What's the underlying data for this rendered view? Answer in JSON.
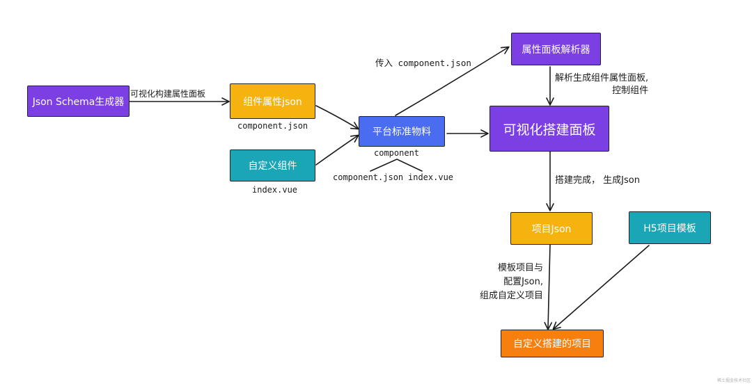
{
  "colors": {
    "purple": "#7b3fe4",
    "blue": "#4a6cf0",
    "yellow": "#f6b30f",
    "teal": "#1aa6b7",
    "orange": "#f77f0e",
    "arrow": "#1a1a1a"
  },
  "nodes": {
    "json_schema": "Json Schema生成器",
    "comp_attr_json": "组件属性json",
    "custom_comp": "自定义组件",
    "platform_material": "平台标准物料",
    "attr_parser": "属性面板解析器",
    "visual_panel": "可视化搭建面板",
    "project_json": "项目Json",
    "h5_template": "H5项目模板",
    "custom_project": "自定义搭建的项目"
  },
  "labels": {
    "edge_schema_to_attr": "可视化构建属性面板",
    "under_attr": "component.json",
    "under_custom": "index.vue",
    "under_platform": "component",
    "branch_left": "component.json",
    "branch_right": "index.vue",
    "edge_to_parser": "传入 component.json",
    "parser_note_line1": "解析生成组件属性面板,",
    "parser_note_line2": "控制组件",
    "build_done": "搭建完成， 生成Json",
    "combine_line1": "模板项目与",
    "combine_line2": "配置Json,",
    "combine_line3": "组成自定义项目"
  },
  "watermark": "稀土掘金技术社区"
}
